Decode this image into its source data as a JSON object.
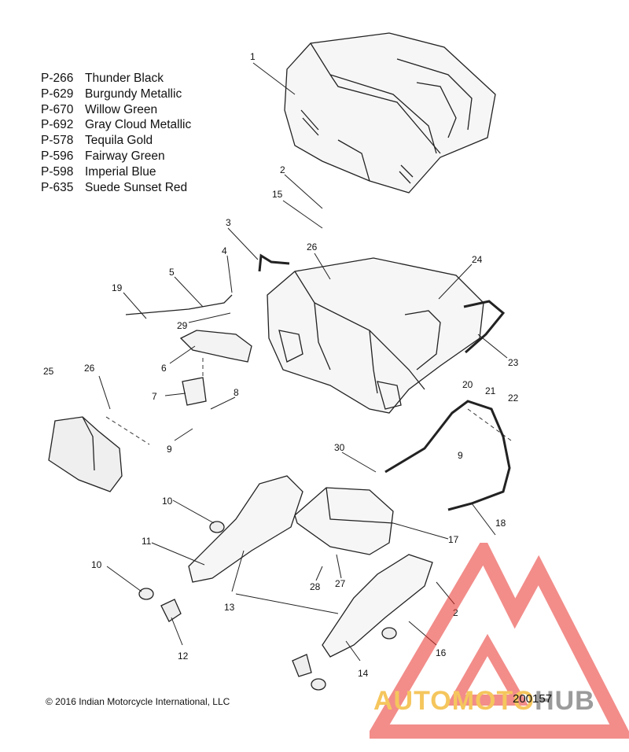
{
  "legend": [
    {
      "code": "P-266",
      "name": "Thunder Black"
    },
    {
      "code": "P-629",
      "name": "Burgundy Metallic"
    },
    {
      "code": "P-670",
      "name": "Willow Green"
    },
    {
      "code": "P-692",
      "name": "Gray Cloud Metallic"
    },
    {
      "code": "P-578",
      "name": "Tequila Gold"
    },
    {
      "code": "P-596",
      "name": "Fairway Green"
    },
    {
      "code": "P-598",
      "name": "Imperial Blue"
    },
    {
      "code": "P-635",
      "name": "Suede Sunset Red"
    }
  ],
  "callouts": [
    "1",
    "2",
    "15",
    "3",
    "4",
    "5",
    "19",
    "29",
    "26",
    "24",
    "6",
    "23",
    "7",
    "8",
    "25",
    "26",
    "9",
    "20",
    "21",
    "22",
    "30",
    "9",
    "10",
    "17",
    "11",
    "18",
    "10",
    "28",
    "27",
    "13",
    "2",
    "12",
    "16",
    "14"
  ],
  "copyright": "© 2016 Indian Motorcycle International, LLC",
  "drawing_id": "200157",
  "watermark": {
    "text_a": "AUTOMOTO",
    "text_b": "HUB",
    "color_red": "#e8302a",
    "color_gold": "#f5c65d",
    "color_gray": "#9b9b9b"
  }
}
